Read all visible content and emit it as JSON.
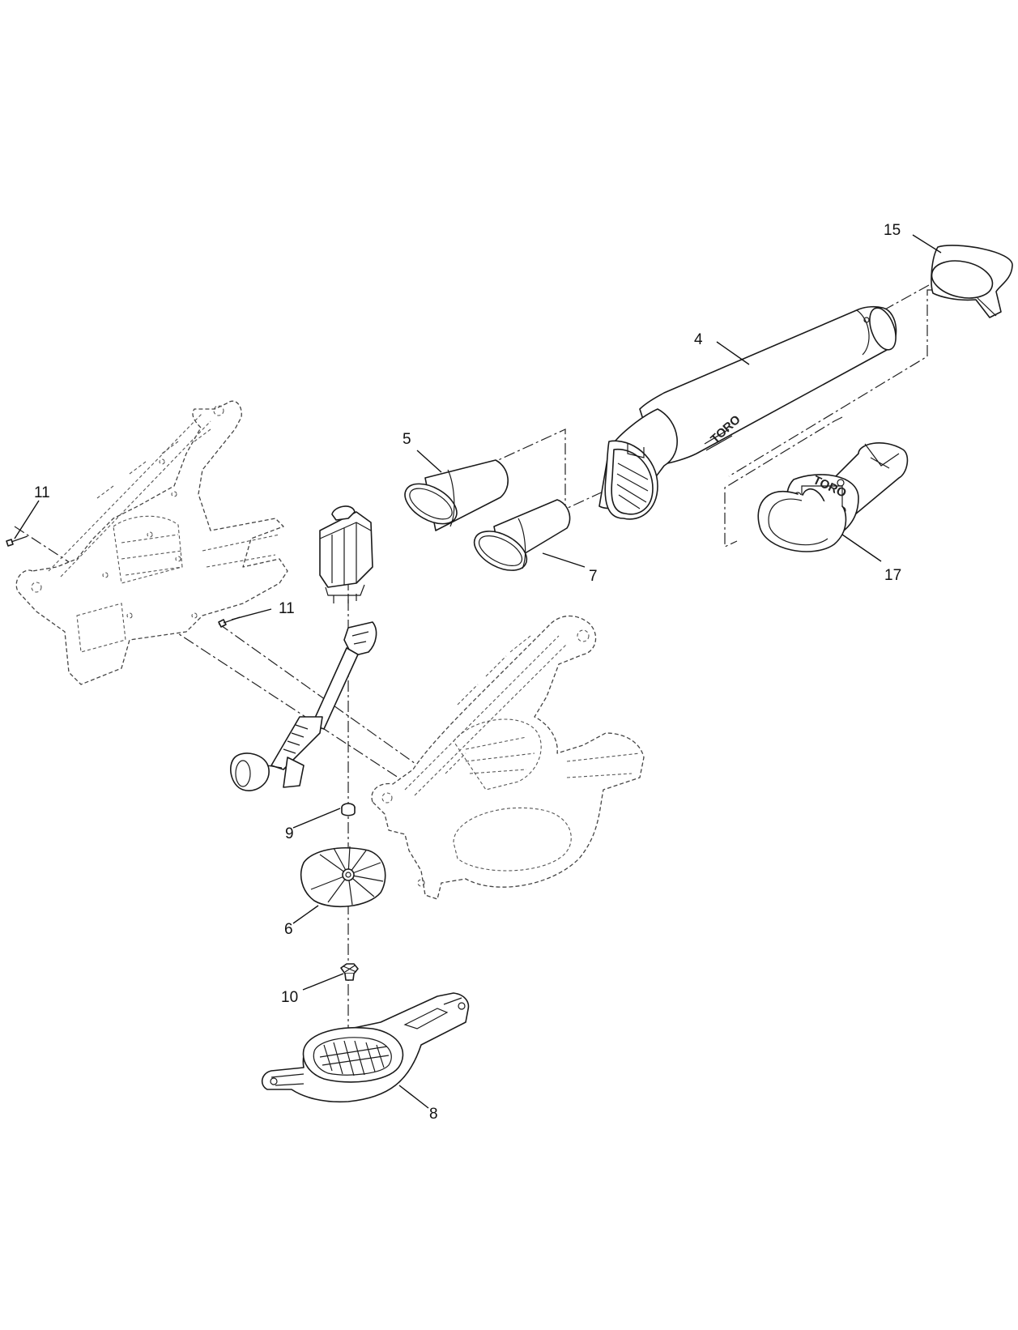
{
  "callouts": {
    "c15": "15",
    "c4": "4",
    "c5": "5",
    "c7": "7",
    "c17": "17",
    "c11a": "11",
    "c11b": "11",
    "c9": "9",
    "c6": "6",
    "c10": "10",
    "c8": "8"
  },
  "brand_marks": {
    "tube_logo": "TORO",
    "cord_logo": "TORO"
  }
}
